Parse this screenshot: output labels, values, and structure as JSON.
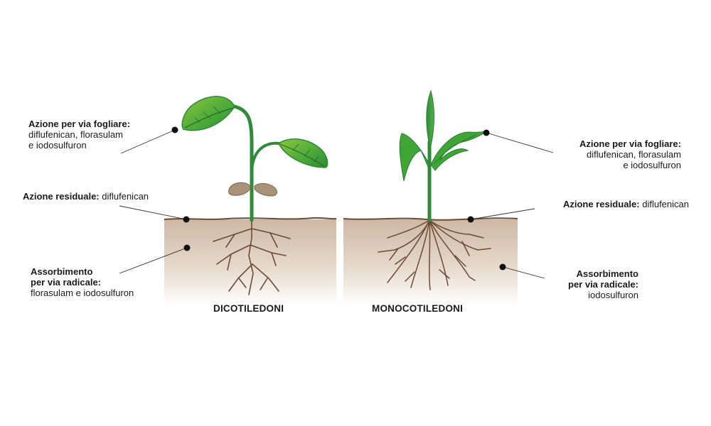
{
  "diagram": {
    "left": {
      "caption": "DICOTILEDONI",
      "foliar": {
        "title": "Azione per via fogliare:",
        "line1": "diflufenican, florasulam",
        "line2": "e iodosulfuron"
      },
      "residual": {
        "title": "Azione residuale:",
        "text": "diflufenican"
      },
      "root": {
        "title1": "Assorbimento",
        "title2": "per via radicale:",
        "text": "florasulam e iodosulfuron"
      }
    },
    "right": {
      "caption": "MONOCOTILEDONI",
      "foliar": {
        "title": "Azione per via fogliare:",
        "line1": "diflufenican, florasulam",
        "line2": "e iodosulfuron"
      },
      "residual": {
        "title": "Azione residuale:",
        "text": "diflufenican"
      },
      "root": {
        "title1": "Assorbimento",
        "title2": "per via radicale:",
        "text": "iodosulfuron"
      }
    }
  },
  "colors": {
    "stem": "#2e8b3a",
    "leaf": "#3fa535",
    "leaf_light": "#8bc34a",
    "cotyledon": "#a89378",
    "root": "#6b4a35",
    "soil_top": "#c9b4a0",
    "soil_line": "#6b4a35",
    "dot": "#111111",
    "leader": "#333333"
  }
}
